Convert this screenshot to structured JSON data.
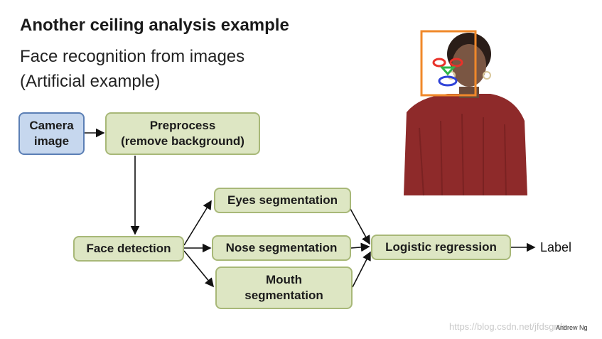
{
  "title": "Another ceiling analysis example",
  "subtitle_line1": "Face recognition from images",
  "subtitle_line2": "(Artificial example)",
  "boxes": {
    "camera": [
      "Camera",
      "image"
    ],
    "preprocess": [
      "Preprocess",
      "(remove background)"
    ],
    "face_detection": "Face detection",
    "eyes": "Eyes segmentation",
    "nose": "Nose segmentation",
    "mouth": [
      "Mouth",
      "segmentation"
    ],
    "logistic": "Logistic regression"
  },
  "output_label": "Label",
  "watermark": "https://blog.csdn.net/jfdsgrds",
  "credit": "Andrew Ng",
  "colors": {
    "box_fill": "#dde6c3",
    "box_border": "#a8b878",
    "camera_fill": "#c6d7ee",
    "camera_border": "#5b7fb5",
    "face_frame": "#f0882a",
    "face_mark_red": "#e8322a",
    "face_mark_green": "#2fb54a",
    "face_mark_blue": "#2f43d8"
  }
}
